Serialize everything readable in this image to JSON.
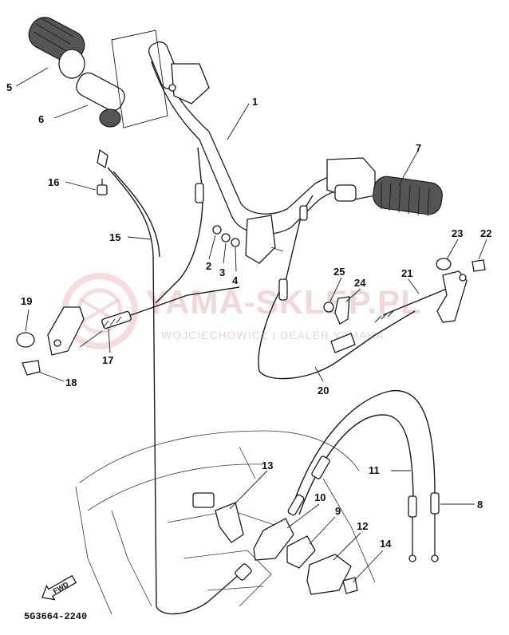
{
  "diagram": {
    "callouts": {
      "c1": "1",
      "c2": "2",
      "c3": "3",
      "c4": "4",
      "c5": "5",
      "c6": "6",
      "c7": "7",
      "c8": "8",
      "c9": "9",
      "c10": "10",
      "c11": "11",
      "c12": "12",
      "c13": "13",
      "c14": "14",
      "c15": "15",
      "c16": "16",
      "c17": "17",
      "c18": "18",
      "c19": "19",
      "c20": "20",
      "c21": "21",
      "c22": "22",
      "c23": "23",
      "c24": "24",
      "c25": "25"
    },
    "fwd_label": "FWD",
    "drawing_code": "5G3664-2240"
  },
  "watermark": {
    "title": "YAMA-SKLEP.PL",
    "subtitle": "WOJCIECHOWICZ I DEALER YAMAHA",
    "accent_color": "#e8b8b8"
  }
}
